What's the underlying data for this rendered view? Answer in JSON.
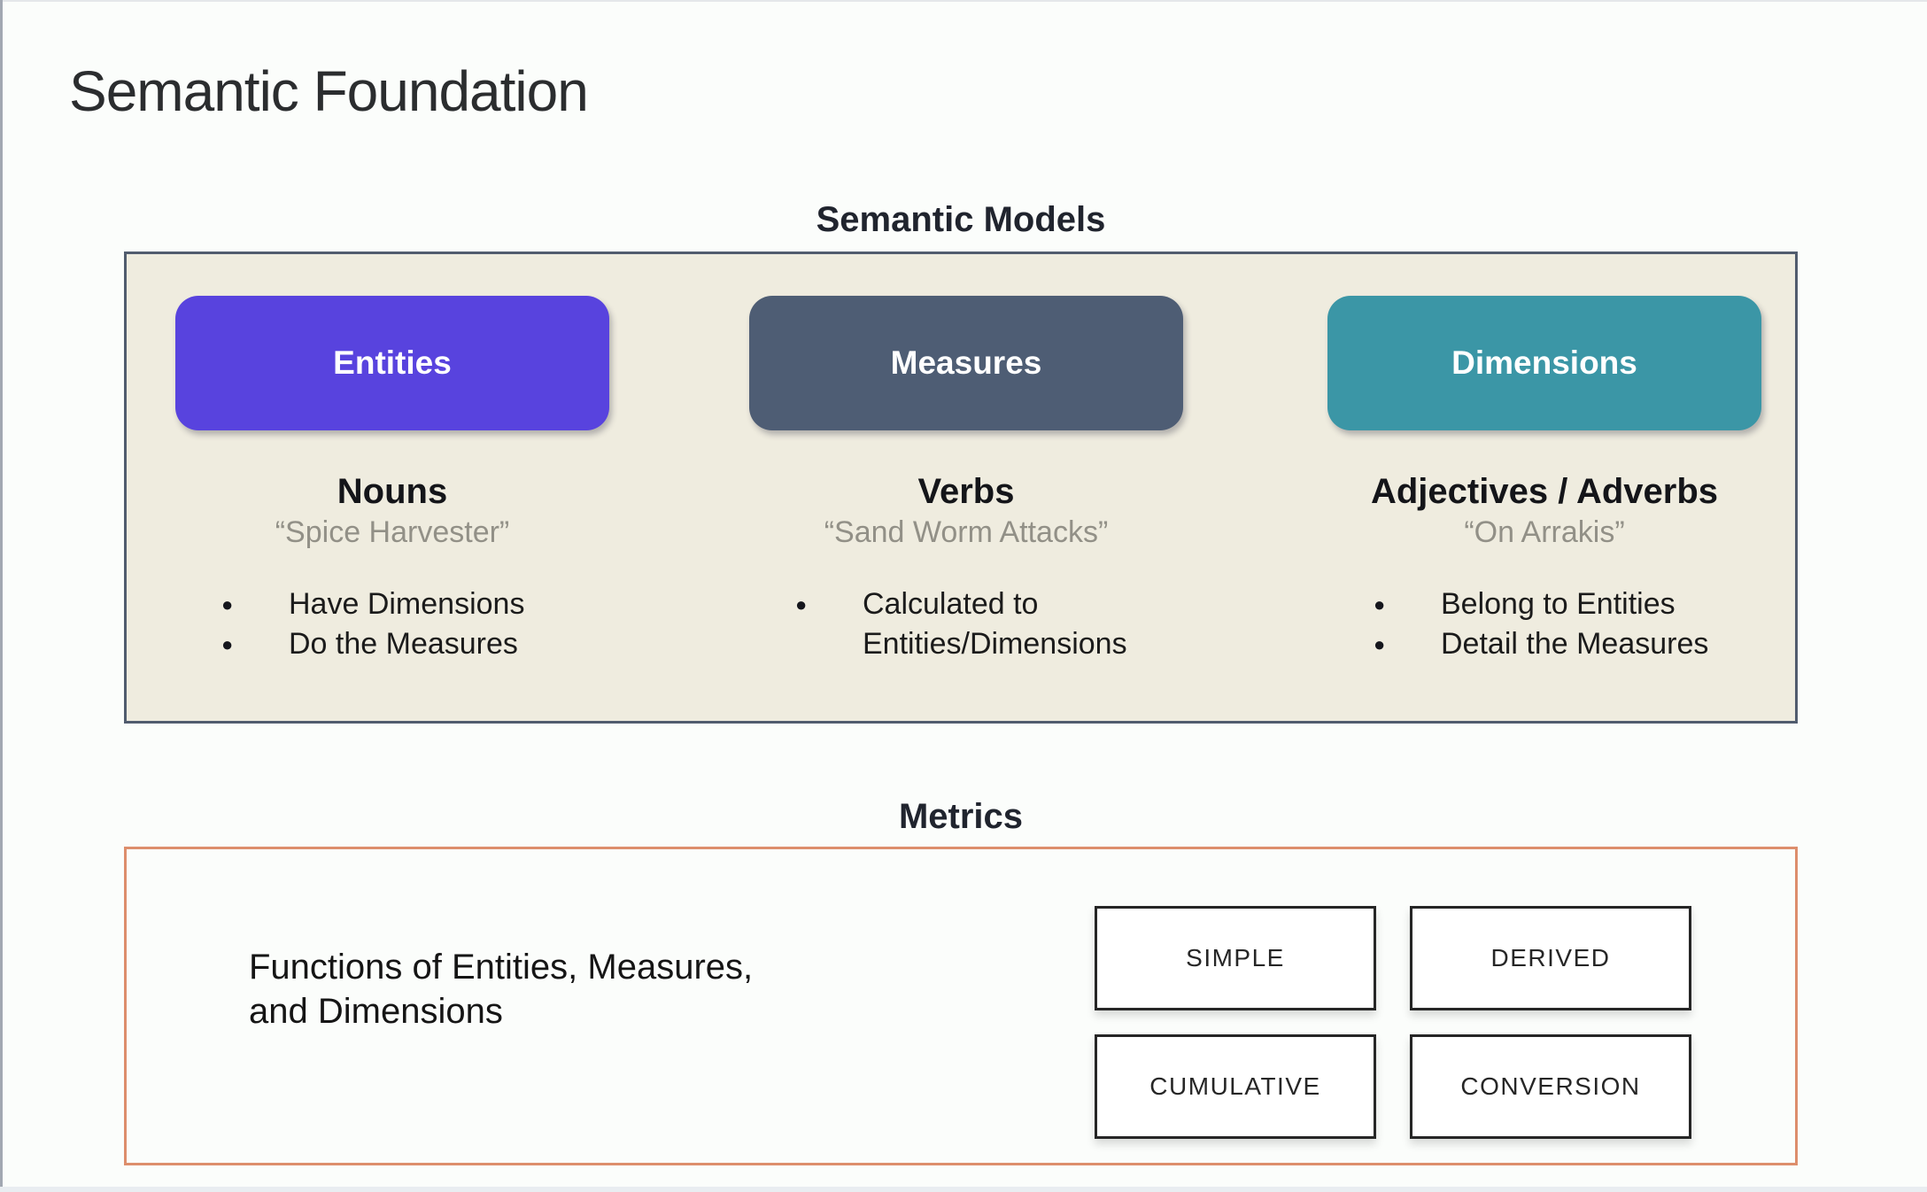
{
  "title": "Semantic Foundation",
  "semantic_models": {
    "heading": "Semantic Models",
    "panel_background": "#efecdf",
    "panel_border_color": "#515c6e",
    "columns": [
      {
        "button": "Entities",
        "color": "#5843de",
        "role": "Nouns",
        "example": "“Spice Harvester”",
        "bullets": [
          "Have Dimensions",
          "Do the Measures"
        ]
      },
      {
        "button": "Measures",
        "color": "#4e5d74",
        "role": "Verbs",
        "example": "“Sand Worm Attacks”",
        "bullets": [
          "Calculated to Entities/Dimensions"
        ]
      },
      {
        "button": "Dimensions",
        "color": "#3b96a6",
        "role": "Adjectives / Adverbs",
        "example": "“On Arrakis”",
        "bullets": [
          "Belong to Entities",
          "Detail the Measures"
        ]
      }
    ]
  },
  "metrics": {
    "heading": "Metrics",
    "panel_border_color": "#dd8e6c",
    "description_line1": "Functions of Entities, Measures,",
    "description_line2": "and Dimensions",
    "types": [
      "SIMPLE",
      "DERIVED",
      "CUMULATIVE",
      "CONVERSION"
    ]
  }
}
